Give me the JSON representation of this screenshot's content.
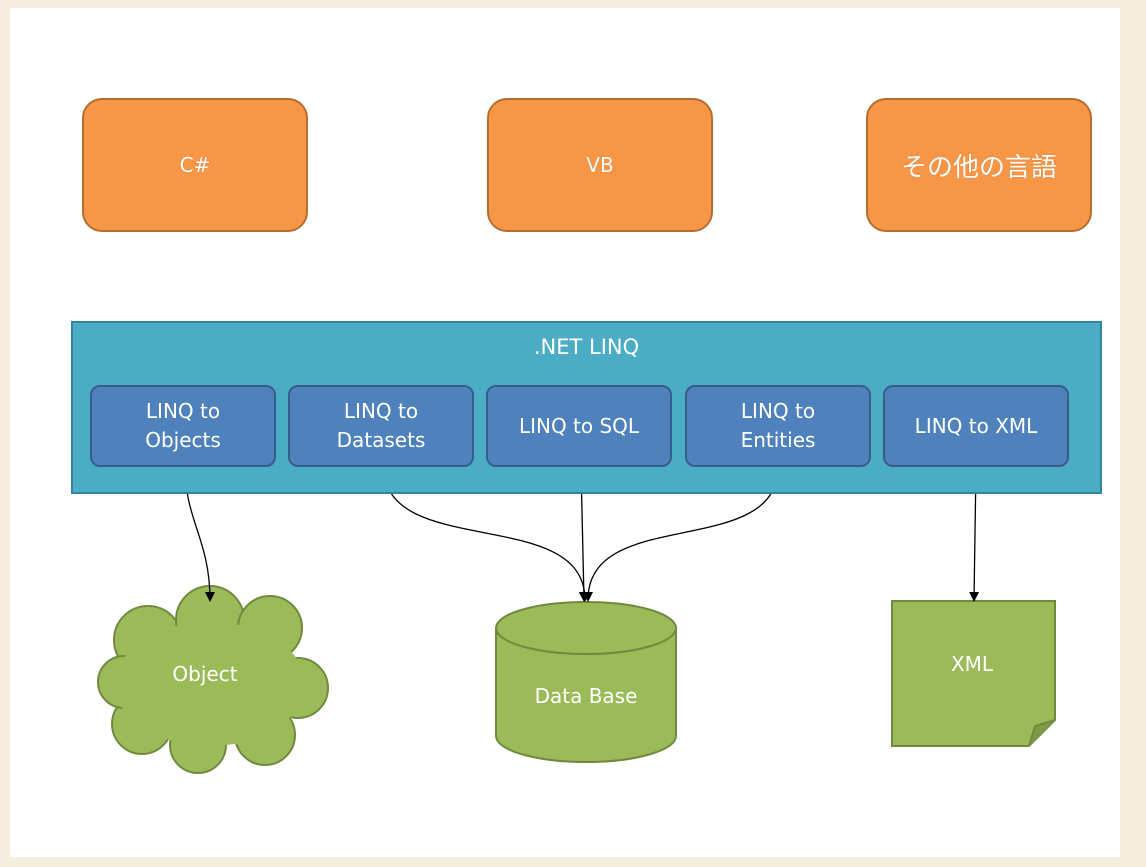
{
  "languages": {
    "csharp": "C#",
    "vb": "VB",
    "other": "その他の言語"
  },
  "linq": {
    "title": ".NET LINQ",
    "providers": {
      "objects": "LINQ to\nObjects",
      "datasets": "LINQ to\nDatasets",
      "sql": "LINQ to SQL",
      "entities": "LINQ to\nEntities",
      "xml": "LINQ to XML"
    }
  },
  "targets": {
    "object": "Object",
    "database": "Data Base",
    "xml": "XML"
  },
  "colors": {
    "language_fill": "#f79646",
    "panel_fill": "#4bacc6",
    "provider_fill": "#4f81bd",
    "target_fill": "#9bbb59"
  }
}
